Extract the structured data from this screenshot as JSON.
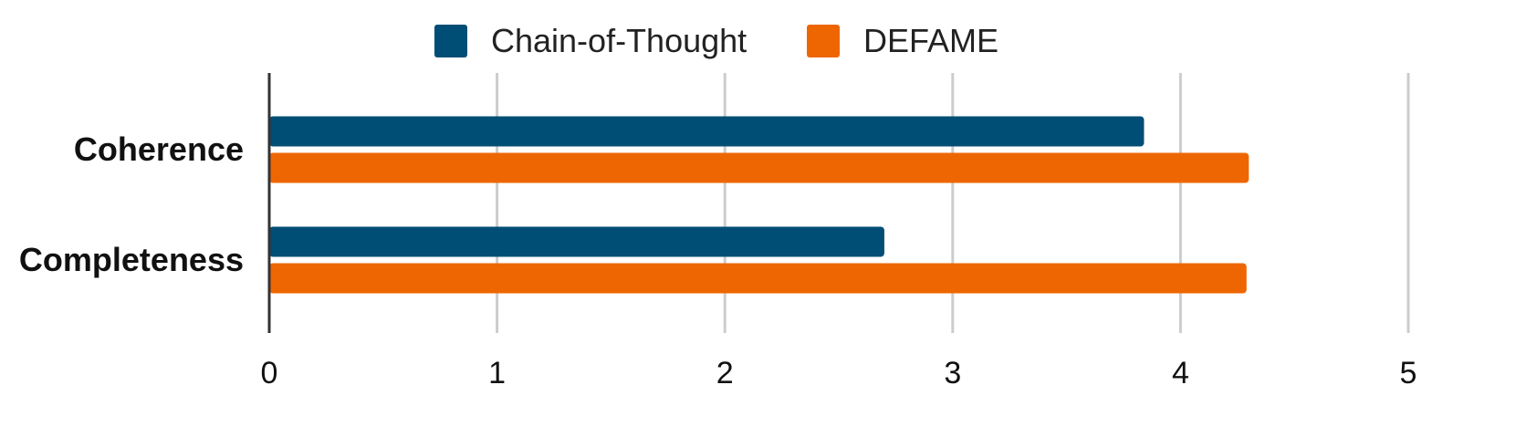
{
  "chart_data": {
    "type": "bar",
    "orientation": "horizontal",
    "categories": [
      "Coherence",
      "Completeness"
    ],
    "series": [
      {
        "name": "Chain-of-Thought",
        "color": "#004e75",
        "values": [
          3.84,
          2.7
        ]
      },
      {
        "name": "DEFAME",
        "color": "#ee6602",
        "values": [
          4.3,
          4.29
        ]
      }
    ],
    "xlim": [
      0,
      5
    ],
    "xticks": [
      "0",
      "1",
      "2",
      "3",
      "4",
      "5"
    ],
    "grid": "vertical",
    "legend": "top-center",
    "title": "",
    "xlabel": "",
    "ylabel": ""
  }
}
